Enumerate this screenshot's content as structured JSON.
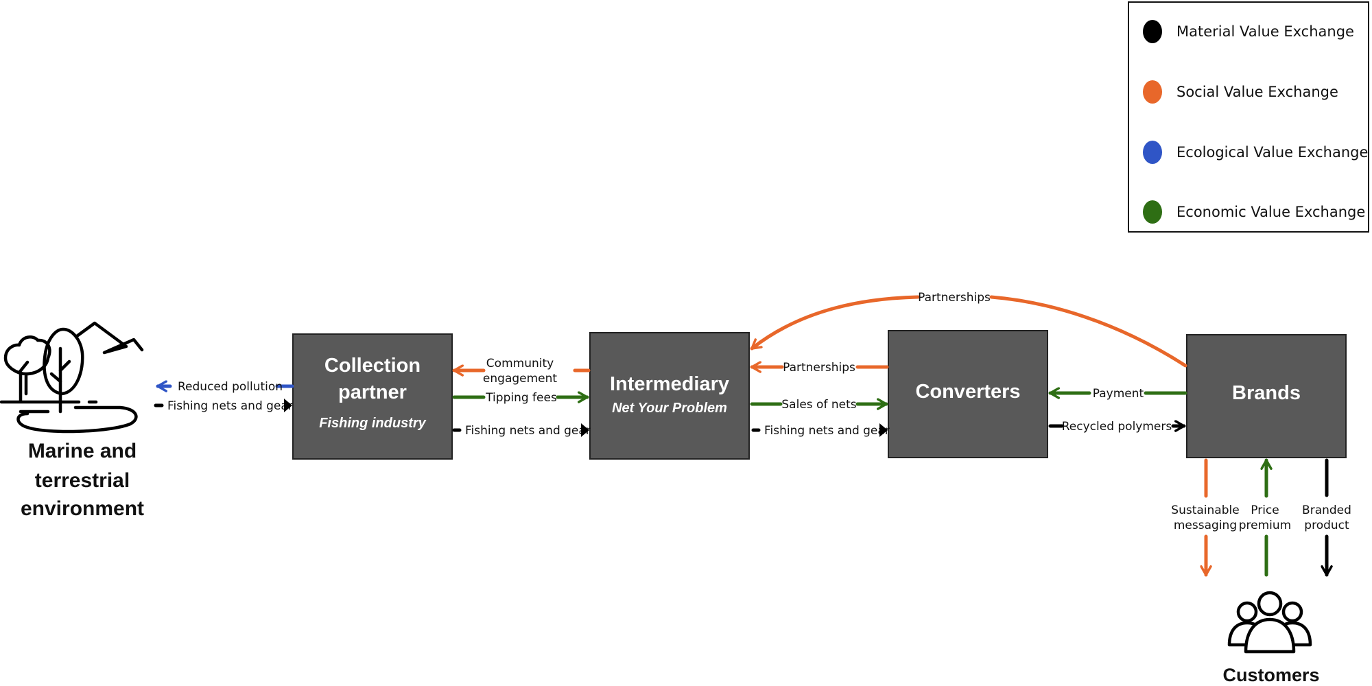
{
  "colors": {
    "material": "#000000",
    "social": "#e8672a",
    "ecological": "#2f55c6",
    "economic": "#2e6e14",
    "box": "#595959"
  },
  "legend": {
    "material": "Material Value Exchange",
    "social": "Social Value Exchange",
    "ecological": "Ecological Value Exchange",
    "economic": "Economic Value Exchange"
  },
  "environment": {
    "line1": "Marine and",
    "line2": "terrestrial",
    "line3": "environment",
    "icon": "nature-icon"
  },
  "nodes": {
    "collection": {
      "title1": "Collection",
      "title2": "partner",
      "subtitle": "Fishing industry"
    },
    "intermediary": {
      "title": "Intermediary",
      "subtitle": "Net Your Problem"
    },
    "converters": {
      "title": "Converters"
    },
    "brands": {
      "title": "Brands"
    }
  },
  "customers": {
    "label": "Customers",
    "icon": "people-group-icon"
  },
  "flows": {
    "reduced_pollution": "Reduced pollution",
    "nets_env": "Fishing nets and gear",
    "community1": "Community",
    "community2": "engagement",
    "tipping_fees": "Tipping fees",
    "nets_cp": "Fishing nets and gear",
    "partnerships_mid": "Partnerships",
    "sales_of_nets": "Sales of nets",
    "nets_int": "Fishing nets and gear",
    "payment": "Payment",
    "recycled_polymers": "Recycled polymers",
    "partnerships_top": "Partnerships",
    "sustainable1": "Sustainable",
    "sustainable2": "messaging",
    "price1": "Price",
    "price2": "premium",
    "branded1": "Branded",
    "branded2": "product"
  }
}
